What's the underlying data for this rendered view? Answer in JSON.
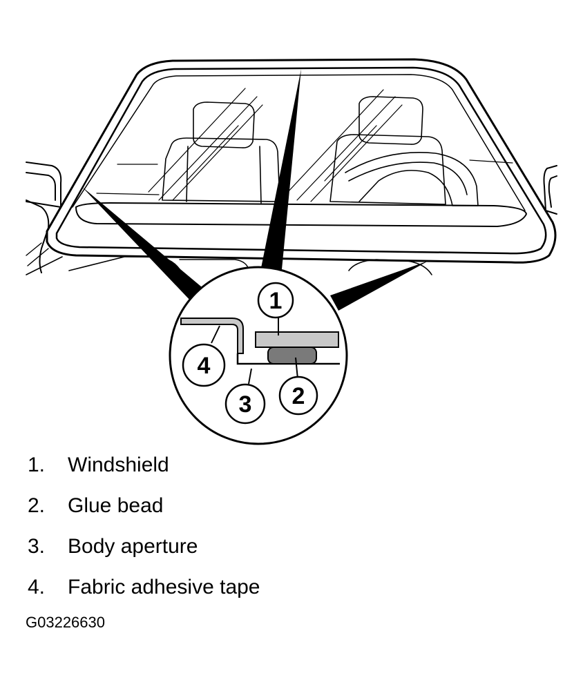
{
  "callouts": [
    {
      "num": "1"
    },
    {
      "num": "2"
    },
    {
      "num": "3"
    },
    {
      "num": "4"
    }
  ],
  "legend": [
    {
      "num": "1.",
      "label": "Windshield"
    },
    {
      "num": "2.",
      "label": "Glue bead"
    },
    {
      "num": "3.",
      "label": "Body aperture"
    },
    {
      "num": "4.",
      "label": "Fabric adhesive tape"
    }
  ],
  "figure_id": "G03226630"
}
